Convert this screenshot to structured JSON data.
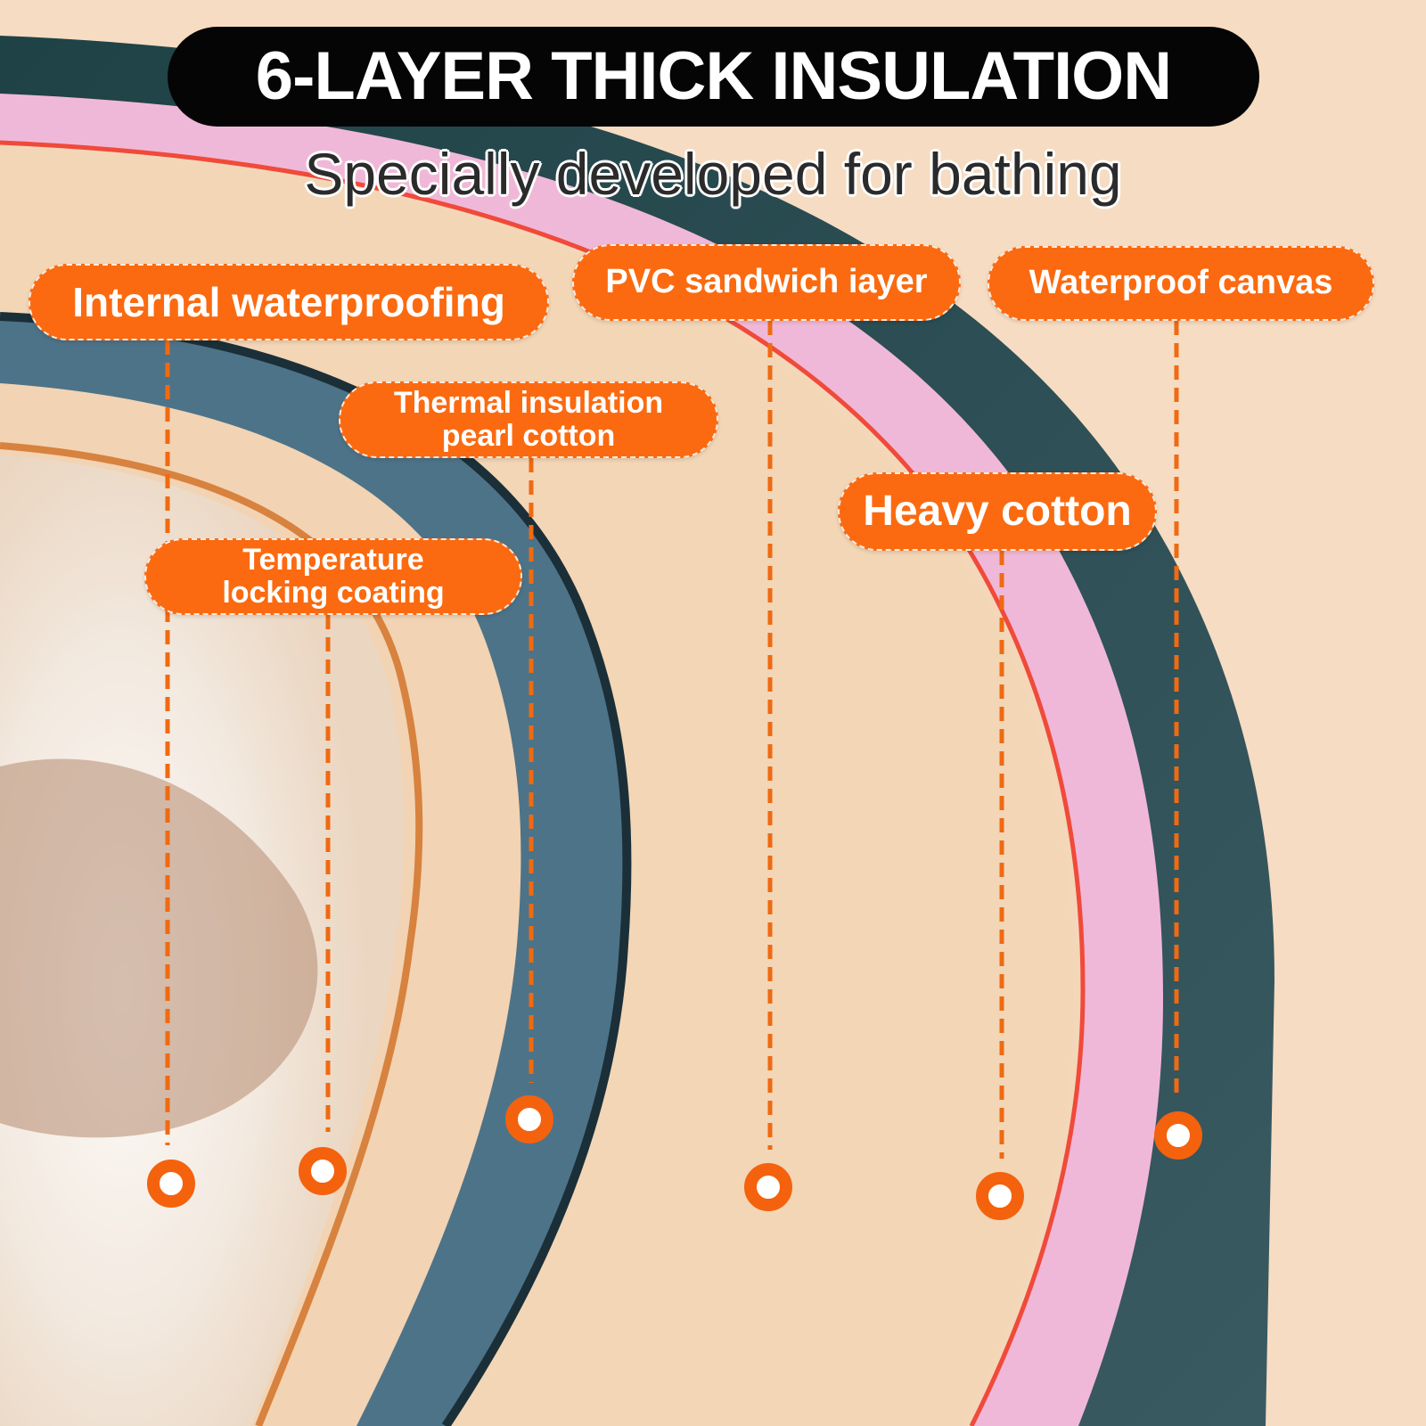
{
  "header": {
    "title": "6-LAYER THICK INSULATION",
    "subtitle": "Specially developed for bathing"
  },
  "layers": [
    {
      "id": "internal",
      "label": "Internal waterproofing"
    },
    {
      "id": "pvc",
      "label": "PVC sandwich iayer"
    },
    {
      "id": "canvas",
      "label": "Waterproof canvas"
    },
    {
      "id": "thermal",
      "label": "Thermal insulation\npearl cotton"
    },
    {
      "id": "heavy",
      "label": "Heavy cotton"
    },
    {
      "id": "temp",
      "label": "Temperature\nlocking coating"
    }
  ],
  "colors": {
    "background": "#f6dcc2",
    "accent": "#fb6a10",
    "title_pill": "#050505",
    "outer_shell": "#1f4448",
    "pink_layer": "#f0b8d8",
    "blue_layer": "#4d7388",
    "cream_layer": "#f3d7b8"
  }
}
